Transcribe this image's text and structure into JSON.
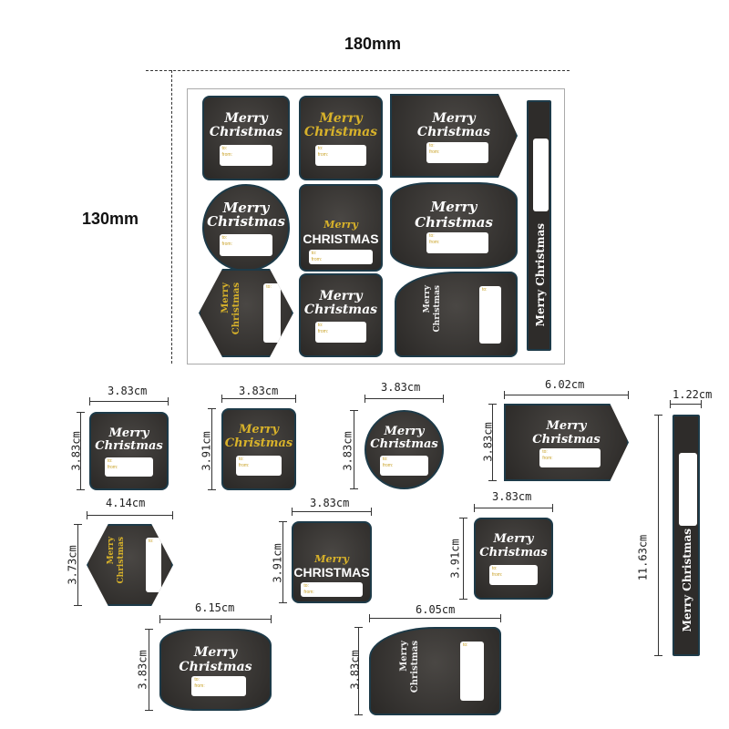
{
  "sheet": {
    "width_label": "180mm",
    "height_label": "130mm"
  },
  "sticker_text": {
    "merry": "Merry",
    "christmas": "Christmas",
    "christmas_caps": "CHRISTMAS",
    "merry_christmas": "Merry Christmas",
    "to": "to:",
    "from": "from:"
  },
  "dimensions": [
    {
      "w": "3.83cm",
      "h": "3.83cm"
    },
    {
      "w": "3.83cm",
      "h": "3.91cm"
    },
    {
      "w": "3.83cm",
      "h": "3.83cm"
    },
    {
      "w": "6.02cm",
      "h": "3.83cm"
    },
    {
      "w": "1.22cm",
      "h": "11.63cm"
    },
    {
      "w": "4.14cm",
      "h": "3.73cm"
    },
    {
      "w": "3.83cm",
      "h": "3.91cm"
    },
    {
      "w": "3.83cm",
      "h": "3.91cm"
    },
    {
      "w": "6.15cm",
      "h": "3.83cm"
    },
    {
      "w": "6.05cm",
      "h": "3.83cm"
    }
  ],
  "colors": {
    "sticker_bg": "#2e2c2a",
    "gold": "#d8b22a",
    "border": "#1d3a48"
  }
}
